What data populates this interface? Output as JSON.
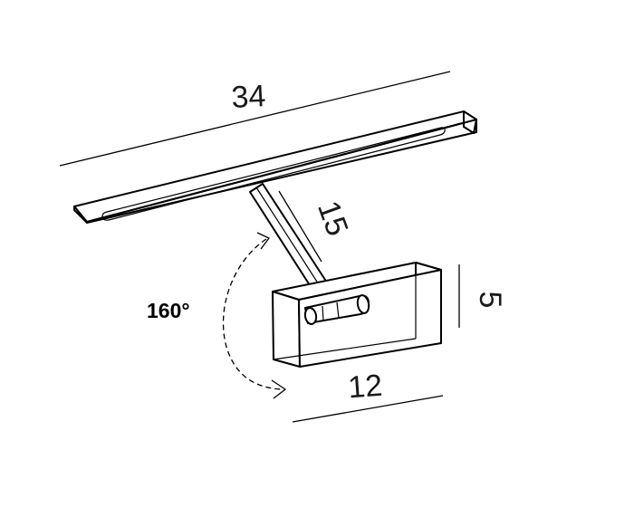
{
  "dimensions": {
    "width_label": "34",
    "arm_label": "15",
    "base_height_label": "5",
    "base_width_label": "12"
  },
  "rotation": {
    "angle_label": "160°"
  }
}
